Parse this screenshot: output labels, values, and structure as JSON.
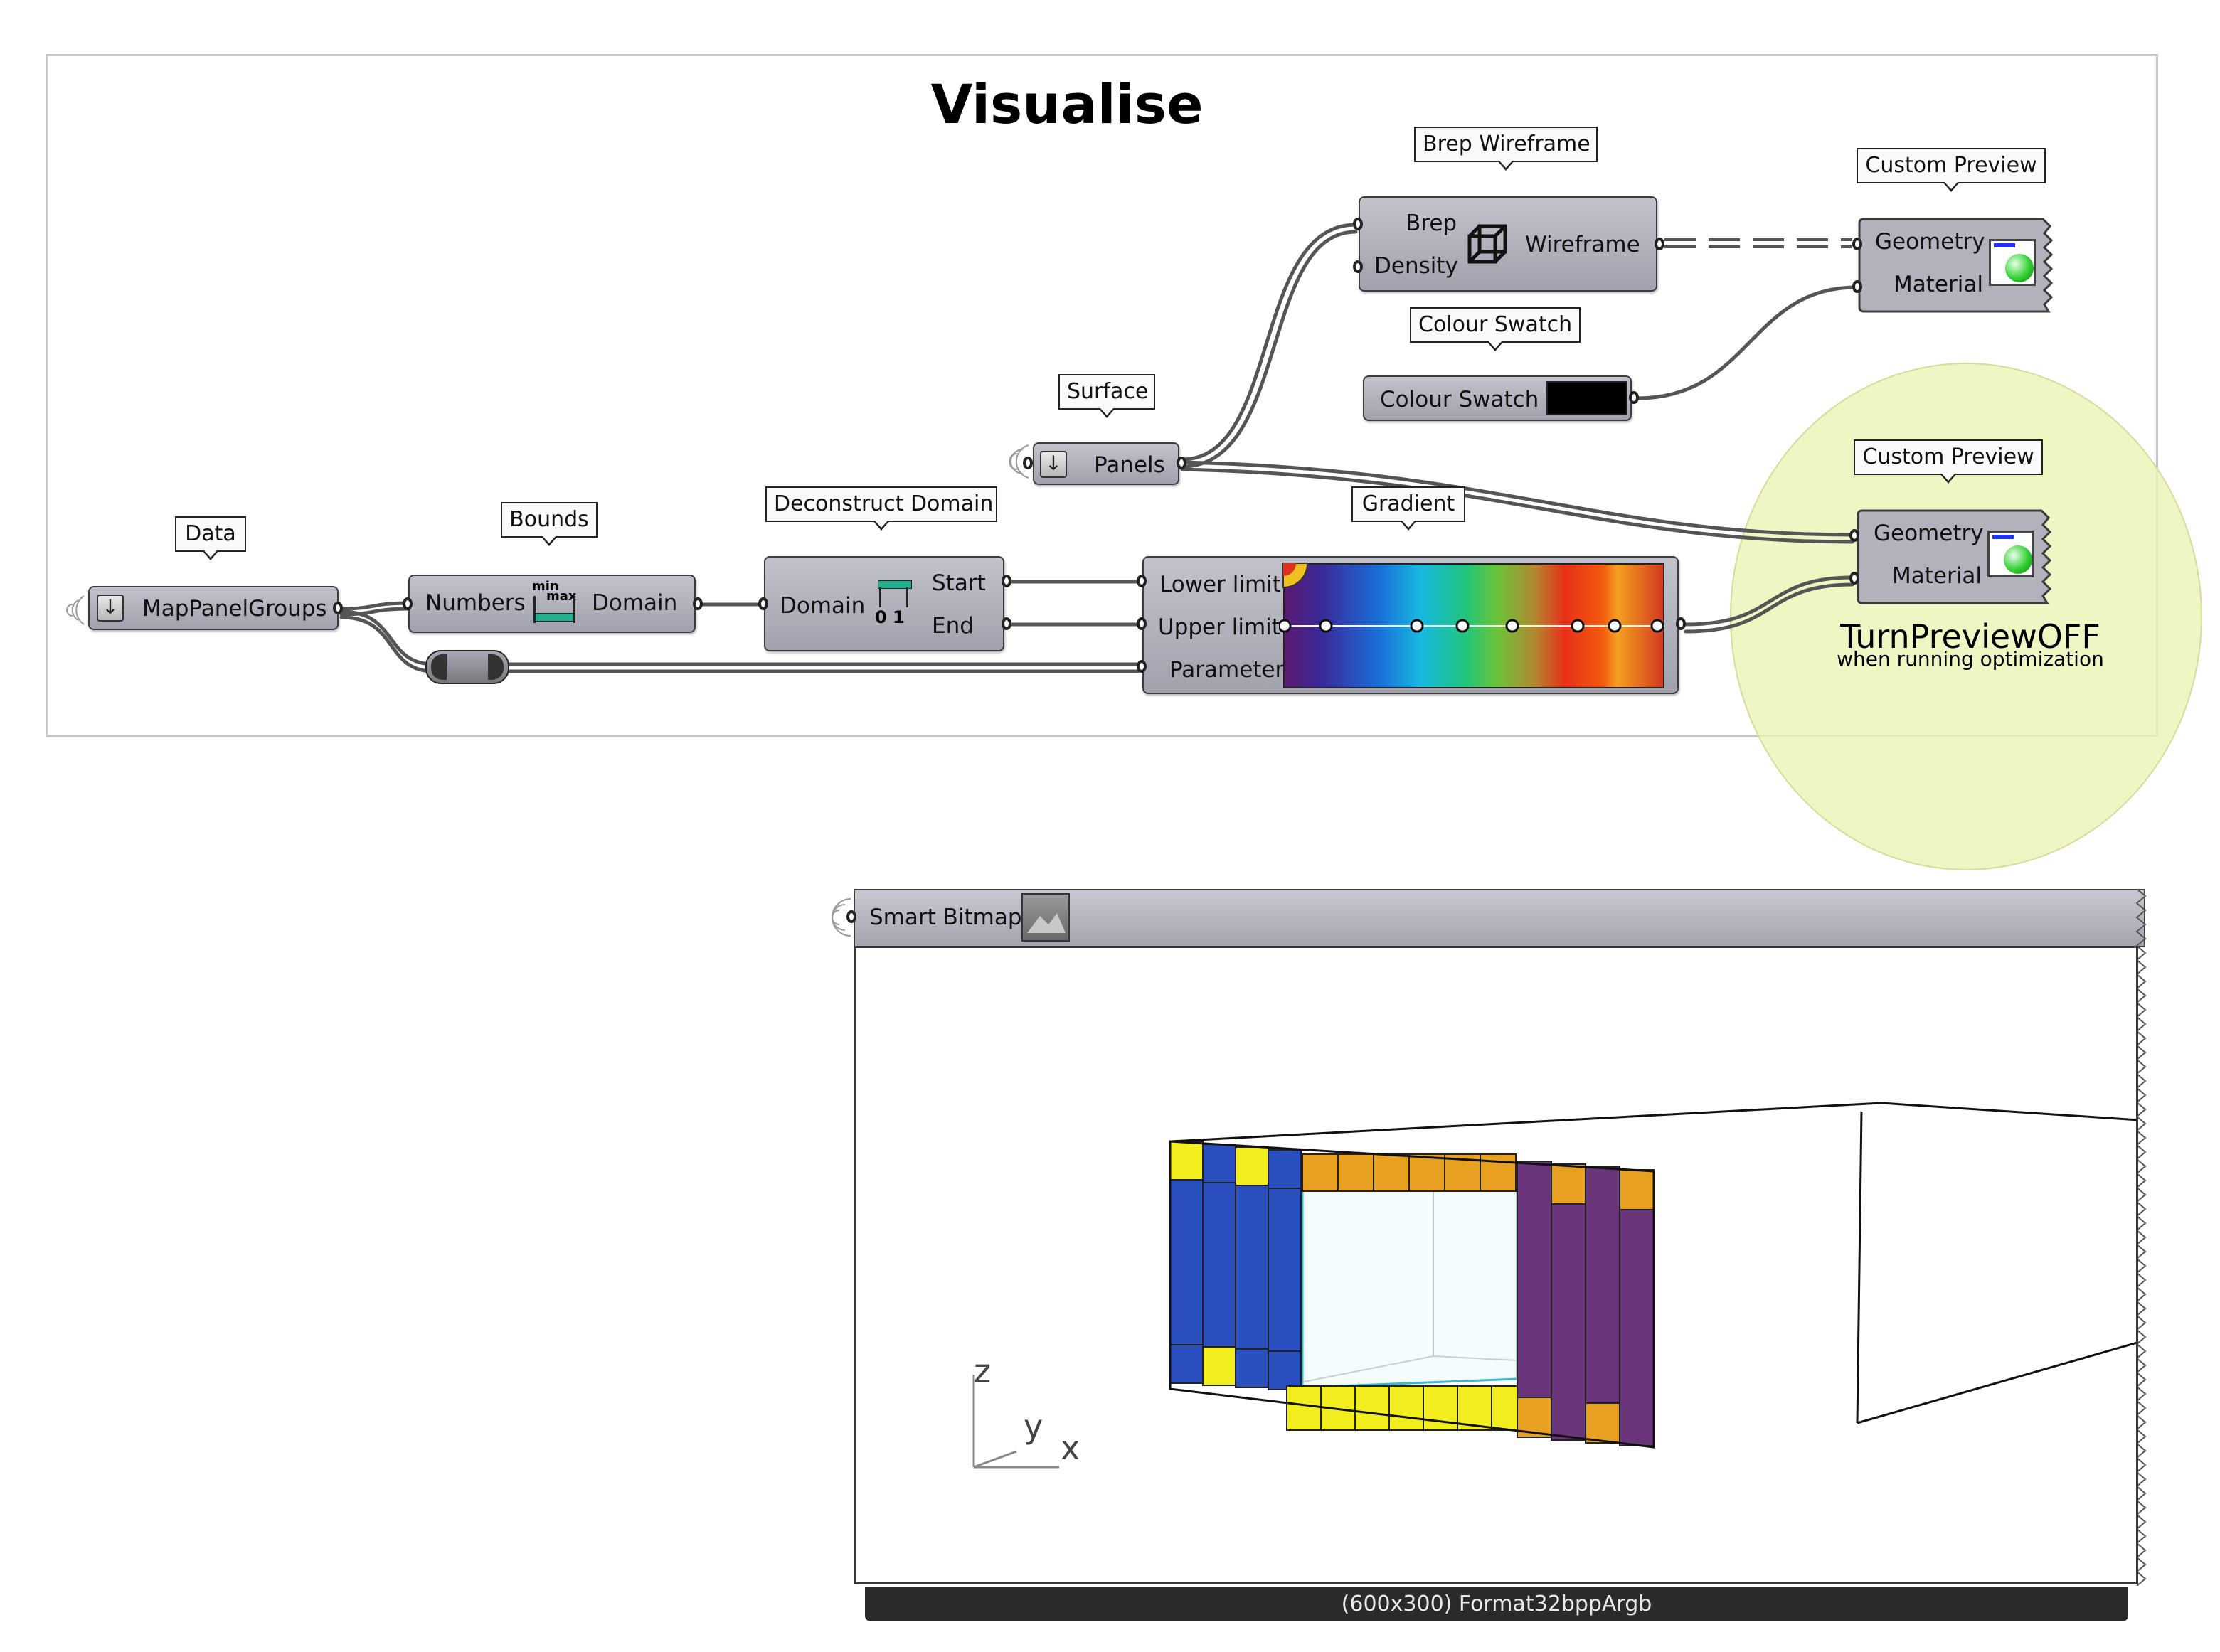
{
  "group": {
    "title": "Visualise"
  },
  "tags": {
    "data": "Data",
    "bounds": "Bounds",
    "deconstruct_domain": "Deconstruct Domain",
    "surface": "Surface",
    "brep_wireframe": "Brep Wireframe",
    "colour_swatch": "Colour Swatch",
    "custom_preview_1": "Custom Preview",
    "custom_preview_2": "Custom Preview",
    "gradient": "Gradient"
  },
  "components": {
    "map_panel_groups": {
      "label": "MapPanelGroups"
    },
    "bounds": {
      "input": "Numbers",
      "output": "Domain",
      "icon_min": "min",
      "icon_max": "max"
    },
    "deconstruct_domain": {
      "input": "Domain",
      "output_start": "Start",
      "output_end": "End",
      "icon_digits": "0 1"
    },
    "panels": {
      "label": "Panels"
    },
    "brep_wireframe": {
      "input_brep": "Brep",
      "input_density": "Density",
      "output": "Wireframe"
    },
    "colour_swatch": {
      "label": "Colour Swatch",
      "color": "#000000"
    },
    "custom_preview_1": {
      "input_geometry": "Geometry",
      "input_material": "Material"
    },
    "custom_preview_2": {
      "input_geometry": "Geometry",
      "input_material": "Material"
    },
    "gradient": {
      "input_lower": "Lower limit",
      "input_upper": "Upper limit",
      "input_param": "Parameter",
      "stops": [
        "#5a1a72",
        "#1a70d8",
        "#18b8e0",
        "#22c47a",
        "#b08830",
        "#e83018",
        "#f4a020",
        "#d23a20"
      ]
    }
  },
  "note": {
    "title": "TurnPreviewOFF",
    "subtitle": "when running optimization"
  },
  "smart_bitmap": {
    "label": "Smart Bitmap",
    "footer": "(600x300) Format32bppArgb",
    "axes": {
      "z": "z",
      "y": "y",
      "x": "x"
    }
  },
  "colors": {
    "canvas_bg": "#ffffff",
    "component_fill": "#b0b0ba",
    "wire": "#555555",
    "yellow": "#f2ee1e",
    "blue": "#2c4fc0",
    "orange": "#e8a020",
    "purple": "#6a357a",
    "note_circle": "#ecf2b4"
  }
}
